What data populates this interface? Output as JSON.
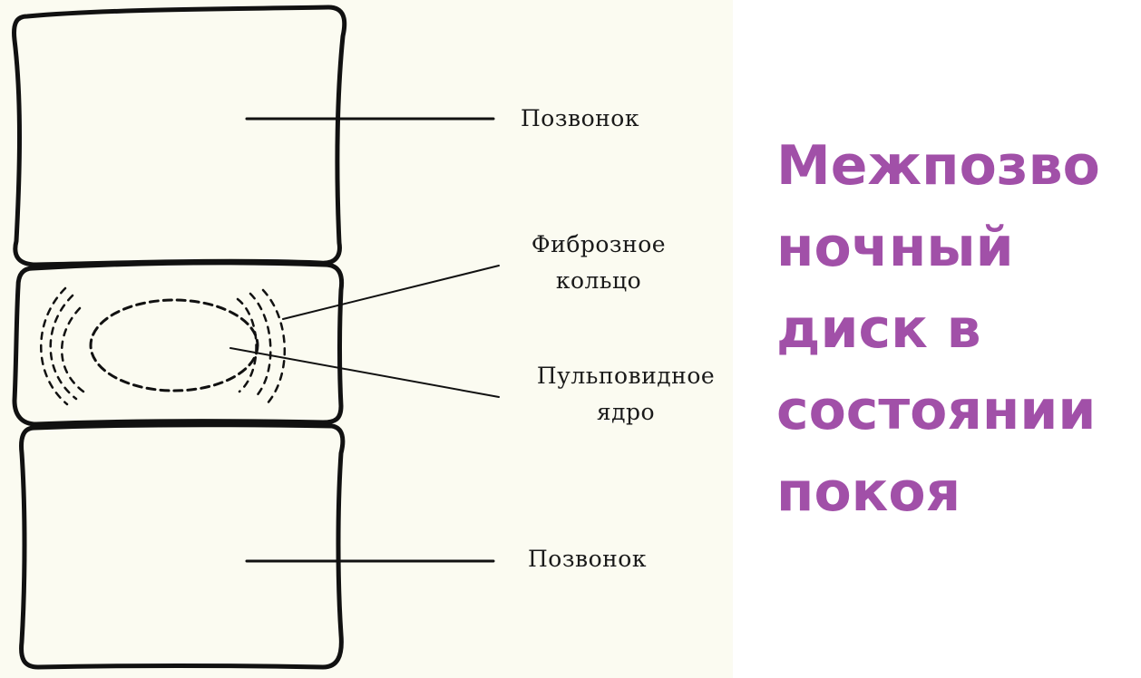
{
  "diagram": {
    "labels": {
      "vertebra_top": "Позвонок",
      "annulus_line1": "Фиброзное",
      "annulus_line2": "кольцо",
      "nucleus_line1": "Пульповидное",
      "nucleus_line2": "ядро",
      "vertebra_bottom": "Позвонок"
    },
    "colors": {
      "background": "#fbfbf1",
      "outline": "#111111"
    }
  },
  "title": {
    "lines": [
      "Межпозво",
      "ночный",
      "диск в",
      "состоянии",
      "покоя"
    ],
    "color": "#a150a8"
  }
}
